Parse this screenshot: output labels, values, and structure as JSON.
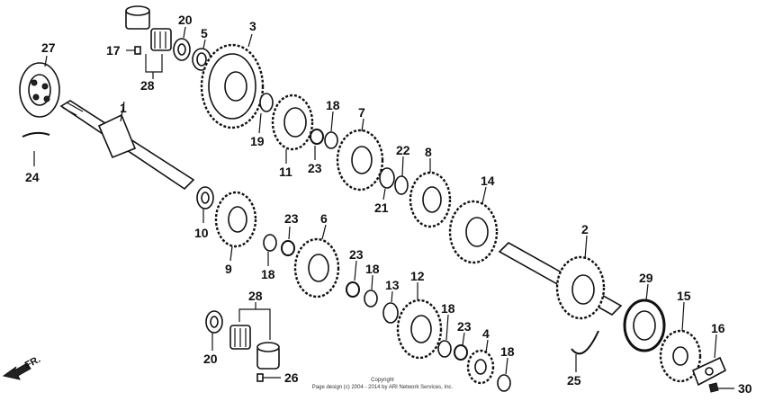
{
  "callouts": {
    "p1": "1",
    "p2": "2",
    "p3": "3",
    "p4": "4",
    "p5": "5",
    "p6": "6",
    "p7": "7",
    "p8": "8",
    "p9": "9",
    "p10": "10",
    "p11": "11",
    "p12": "12",
    "p13": "13",
    "p14": "14",
    "p15": "15",
    "p16": "16",
    "p17": "17",
    "p18a": "18",
    "p18b": "18",
    "p18c": "18",
    "p18d": "18",
    "p18e": "18",
    "p19": "19",
    "p20a": "20",
    "p20b": "20",
    "p21": "21",
    "p22": "22",
    "p23a": "23",
    "p23b": "23",
    "p23c": "23",
    "p23d": "23",
    "p24": "24",
    "p25": "25",
    "p26": "26",
    "p27": "27",
    "p28a": "28",
    "p28b": "28",
    "p29": "29",
    "p30": "30"
  },
  "direction_label": "FR.",
  "copyright_line1": "Copyright",
  "copyright_line2": "Page design (c) 2004 - 2014 by ARI Network Services, Inc."
}
